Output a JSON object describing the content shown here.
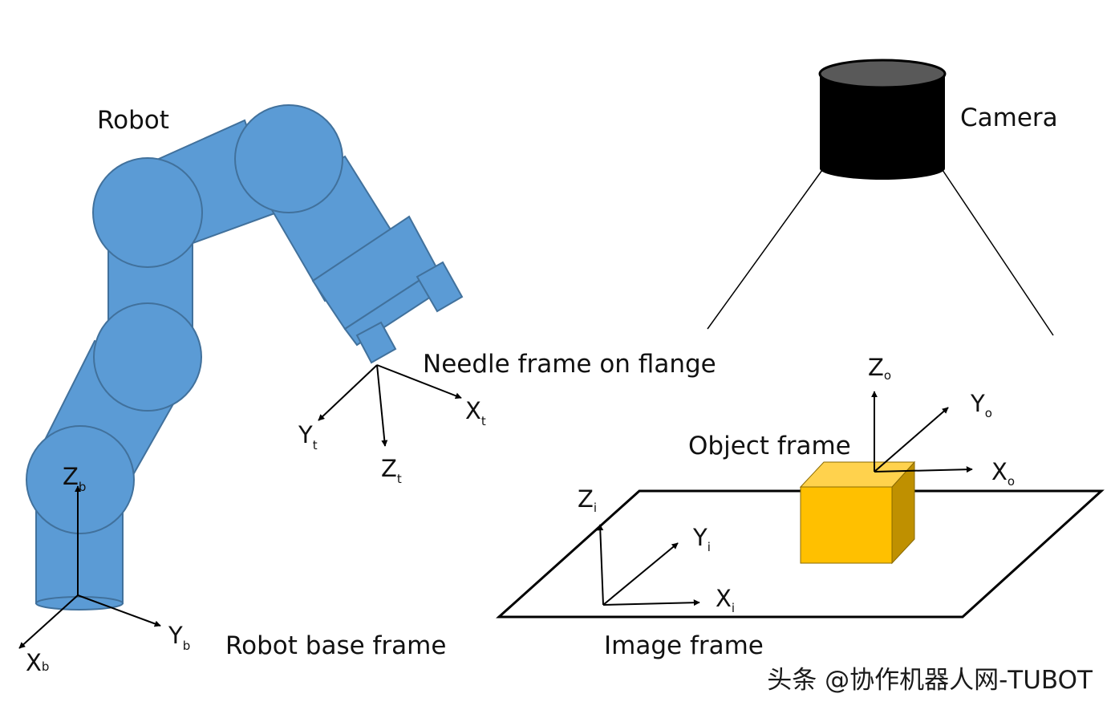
{
  "labels": {
    "robot": "Robot",
    "camera": "Camera",
    "needle_frame": "Needle frame on flange",
    "object_frame": "Object frame",
    "robot_base_frame": "Robot base frame",
    "image_frame": "Image frame"
  },
  "axes": {
    "base": {
      "z": {
        "main": "Z",
        "sub": "b"
      },
      "y": {
        "main": "Y",
        "sub": "b"
      },
      "x": {
        "main": "X",
        "sub": "b"
      }
    },
    "tool": {
      "y": {
        "main": "Y",
        "sub": "t"
      },
      "z": {
        "main": "Z",
        "sub": "t"
      },
      "x": {
        "main": "X",
        "sub": "t"
      }
    },
    "object": {
      "z": {
        "main": "Z",
        "sub": "o"
      },
      "y": {
        "main": "Y",
        "sub": "o"
      },
      "x": {
        "main": "X",
        "sub": "o"
      }
    },
    "image": {
      "z": {
        "main": "Z",
        "sub": "i"
      },
      "y": {
        "main": "Y",
        "sub": "i"
      },
      "x": {
        "main": "X",
        "sub": "i"
      }
    }
  },
  "watermark": "头条 @协作机器人网-TUBOT",
  "colors": {
    "robot_fill": "#5b9bd5",
    "robot_stroke": "#41719c",
    "camera_body": "#000000",
    "camera_top": "#595959",
    "cube_front": "#ffc000",
    "cube_side": "#bf9000",
    "cube_top": "#ffd24d"
  }
}
